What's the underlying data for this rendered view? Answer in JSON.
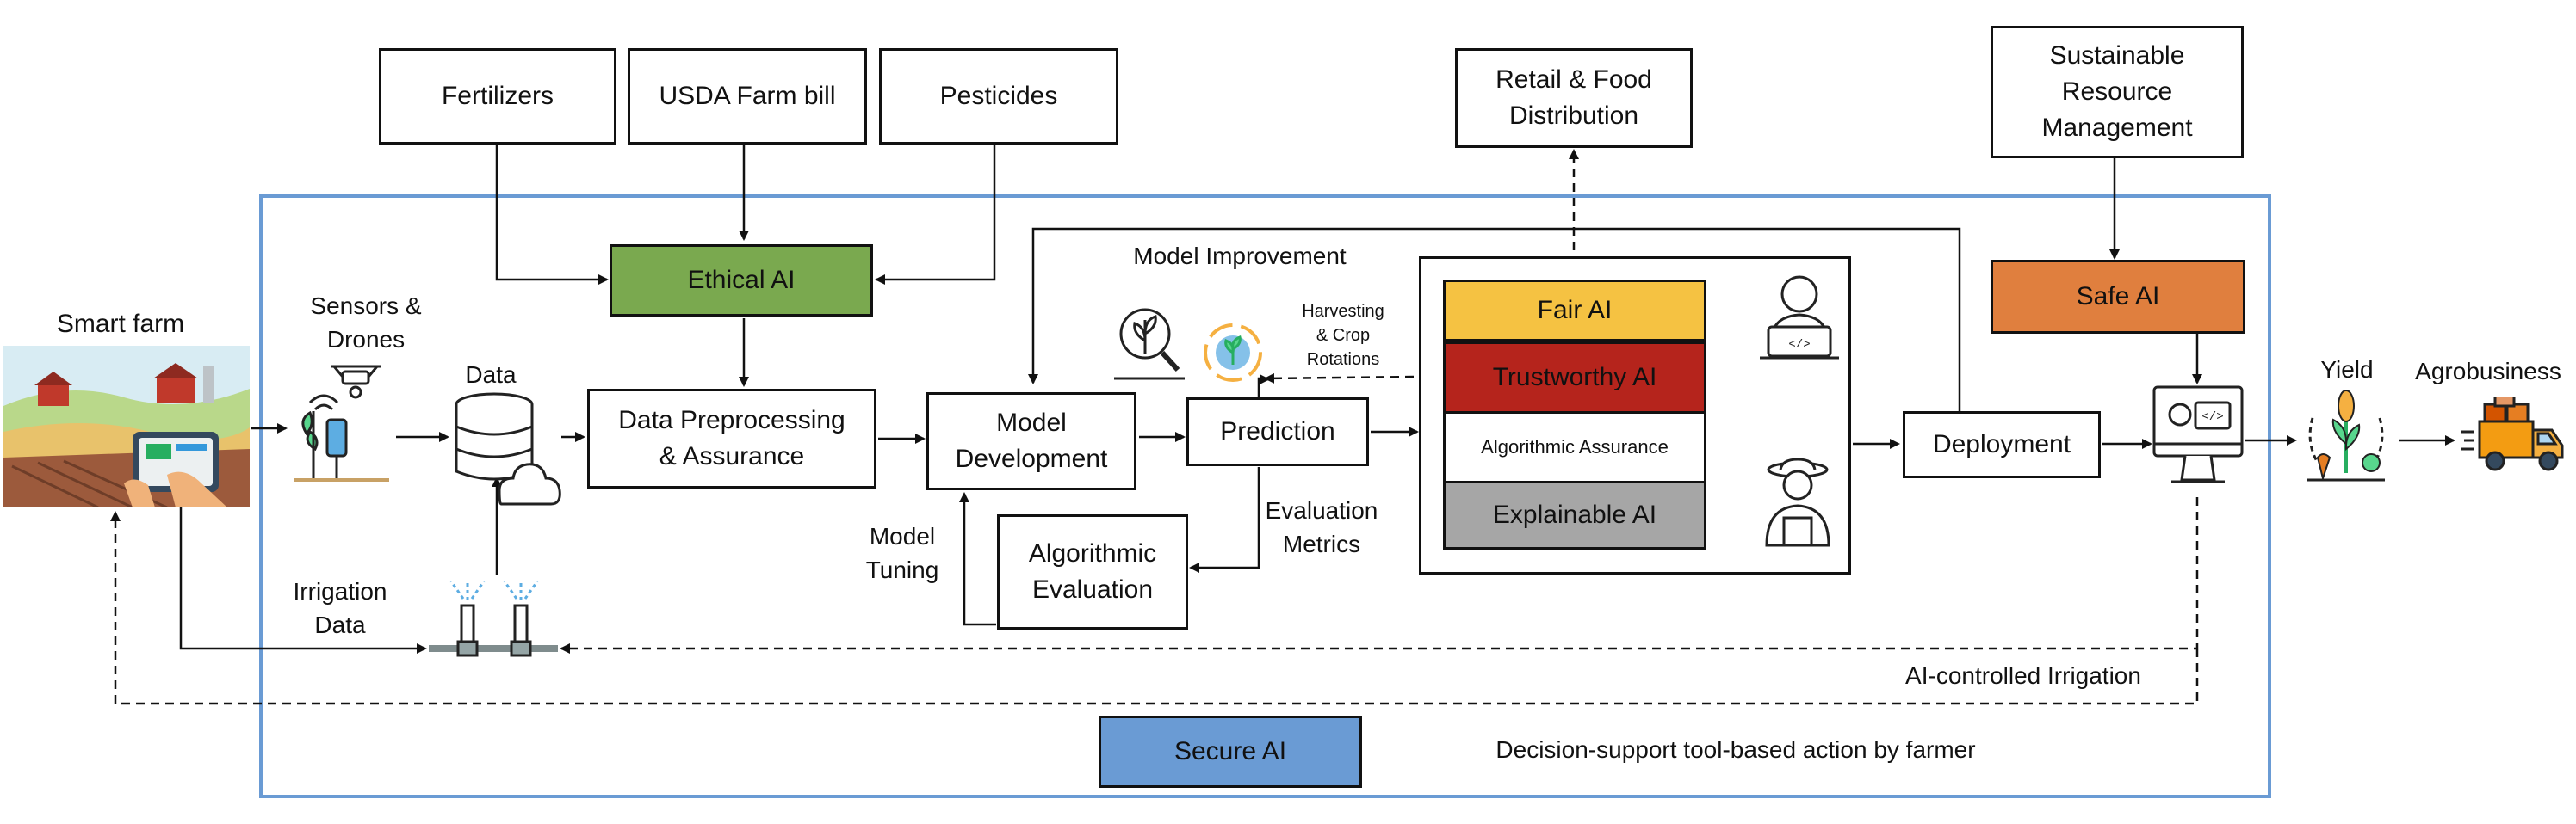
{
  "top_inputs": {
    "fertilizers": "Fertilizers",
    "farm_bill": "USDA Farm bill",
    "pesticides": "Pesticides",
    "retail": "Retail & Food\nDistribution",
    "sustainable": "Sustainable\nResource\nManagement"
  },
  "ai_boxes": {
    "ethical": "Ethical AI",
    "safe": "Safe AI",
    "secure": "Secure AI",
    "fair": "Fair AI",
    "trustworthy": "Trustworthy AI",
    "algorithmic_assurance": "Algorithmic Assurance",
    "explainable": "Explainable AI"
  },
  "pipeline": {
    "data_preprocessing": "Data Preprocessing\n& Assurance",
    "model_development": "Model\nDevelopment",
    "prediction": "Prediction",
    "algorithmic_evaluation": "Algorithmic\nEvaluation",
    "deployment": "Deployment"
  },
  "labels": {
    "smart_farm": "Smart farm",
    "sensors_drones": "Sensors &\nDrones",
    "data": "Data",
    "irrigation_data": "Irrigation\nData",
    "model_improvement": "Model Improvement",
    "harvesting": "Harvesting\n& Crop\nRotations",
    "model_tuning": "Model\nTuning",
    "evaluation_metrics": "Evaluation\nMetrics",
    "yield": "Yield",
    "agrobusiness": "Agrobusiness",
    "ai_irrigation": "AI-controlled Irrigation",
    "decision_support": "Decision-support tool-based action by farmer"
  },
  "colors": {
    "ethical": "#7aa94f",
    "safe": "#e07f3e",
    "secure": "#6a9bd4",
    "fair": "#f5c242",
    "trustworthy": "#b5241c",
    "explainable": "#a6a6a6",
    "frame": "#6a9bd4"
  },
  "icons": [
    "smart-farm-illustration",
    "sensor-drone-icon",
    "database-cloud-icon",
    "sprinkler-icon",
    "plant-magnifier-icon",
    "crop-rotation-icon",
    "developer-icon",
    "farmer-icon",
    "monitor-code-icon",
    "yield-plant-icon",
    "delivery-truck-icon"
  ]
}
